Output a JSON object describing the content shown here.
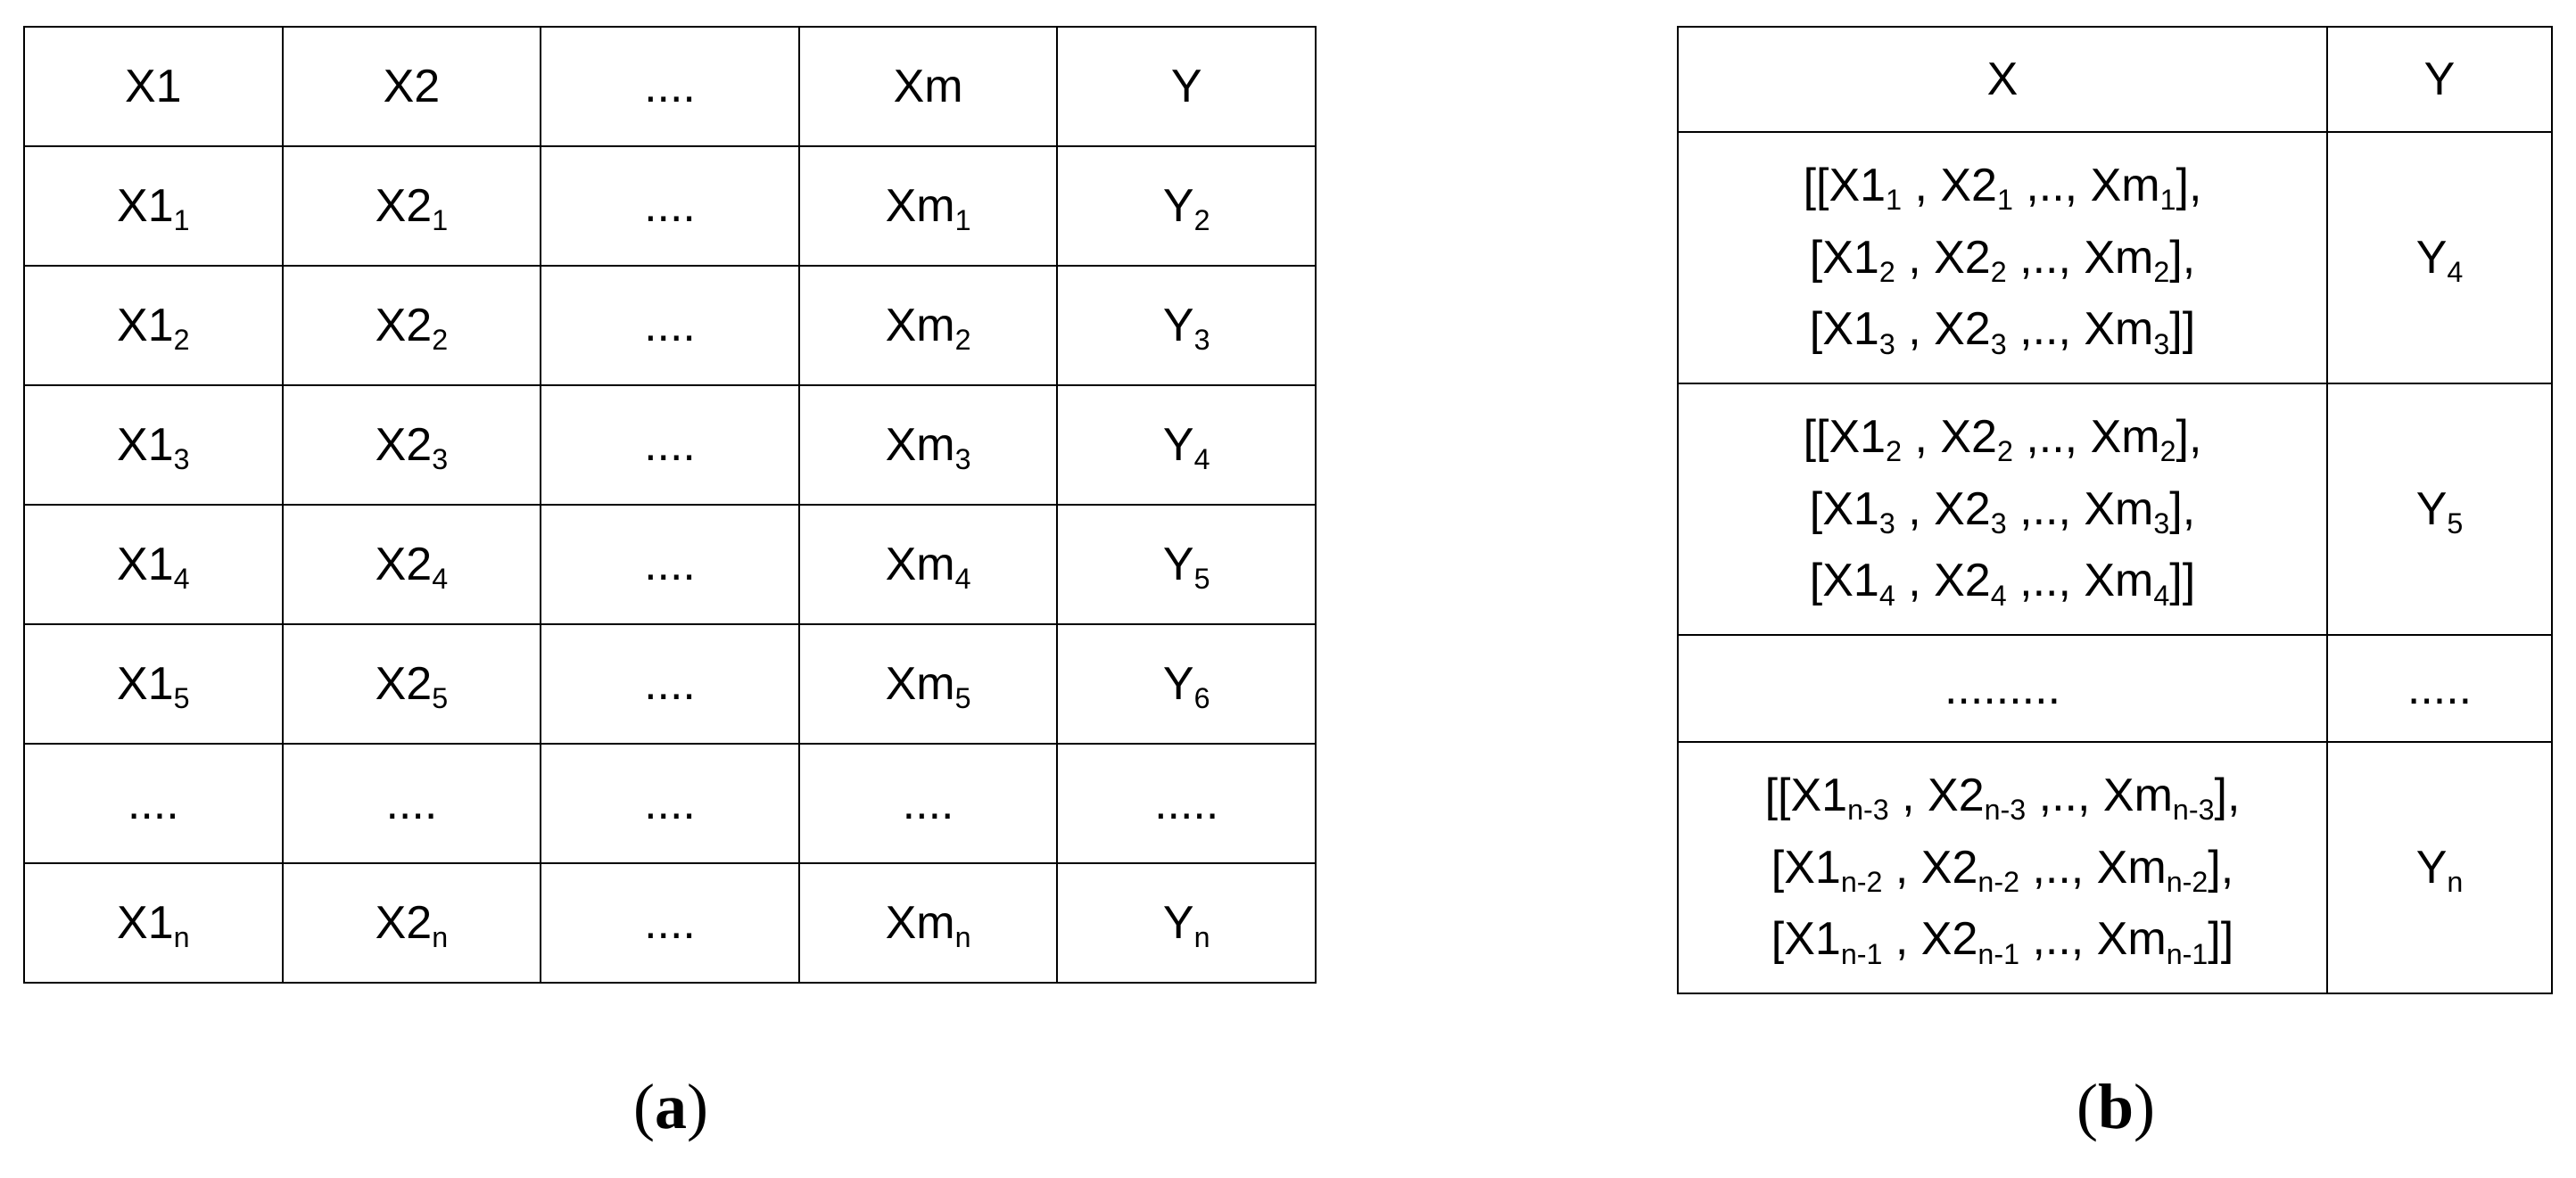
{
  "table_a": {
    "headers": [
      "X1",
      "X2",
      "....",
      "Xm",
      "Y"
    ],
    "rows": [
      [
        {
          "t": "X1",
          "s": "1"
        },
        {
          "t": "X2",
          "s": "1"
        },
        {
          "t": "....",
          "s": ""
        },
        {
          "t": "Xm",
          "s": "1"
        },
        {
          "t": "Y",
          "s": "2"
        }
      ],
      [
        {
          "t": "X1",
          "s": "2"
        },
        {
          "t": "X2",
          "s": "2"
        },
        {
          "t": "....",
          "s": ""
        },
        {
          "t": "Xm",
          "s": "2"
        },
        {
          "t": "Y",
          "s": "3"
        }
      ],
      [
        {
          "t": "X1",
          "s": "3"
        },
        {
          "t": "X2",
          "s": "3"
        },
        {
          "t": "....",
          "s": ""
        },
        {
          "t": "Xm",
          "s": "3"
        },
        {
          "t": "Y",
          "s": "4"
        }
      ],
      [
        {
          "t": "X1",
          "s": "4"
        },
        {
          "t": "X2",
          "s": "4"
        },
        {
          "t": "....",
          "s": ""
        },
        {
          "t": "Xm",
          "s": "4"
        },
        {
          "t": "Y",
          "s": "5"
        }
      ],
      [
        {
          "t": "X1",
          "s": "5"
        },
        {
          "t": "X2",
          "s": "5"
        },
        {
          "t": "....",
          "s": ""
        },
        {
          "t": "Xm",
          "s": "5"
        },
        {
          "t": "Y",
          "s": "6"
        }
      ],
      [
        {
          "t": "....",
          "s": ""
        },
        {
          "t": "....",
          "s": ""
        },
        {
          "t": "....",
          "s": ""
        },
        {
          "t": "....",
          "s": ""
        },
        {
          "t": ".....",
          "s": ""
        }
      ],
      [
        {
          "t": "X1",
          "s": "n"
        },
        {
          "t": "X2",
          "s": "n"
        },
        {
          "t": "....",
          "s": ""
        },
        {
          "t": "Xm",
          "s": "n"
        },
        {
          "t": "Y",
          "s": "n"
        }
      ]
    ]
  },
  "table_b": {
    "headers": [
      "X",
      "Y"
    ],
    "rows": [
      {
        "lines": [
          [
            {
              "t": "[[X1",
              "s": "1"
            },
            {
              "t": " , X2",
              "s": "1"
            },
            {
              "t": " ,.., Xm",
              "s": "1"
            },
            {
              "t": "],",
              "s": ""
            }
          ],
          [
            {
              "t": "[X1",
              "s": "2"
            },
            {
              "t": " , X2",
              "s": "2"
            },
            {
              "t": " ,.., Xm",
              "s": "2"
            },
            {
              "t": "],",
              "s": ""
            }
          ],
          [
            {
              "t": "[X1",
              "s": "3"
            },
            {
              "t": " , X2",
              "s": "3"
            },
            {
              "t": " ,.., Xm",
              "s": "3"
            },
            {
              "t": "]]",
              "s": ""
            }
          ]
        ],
        "y": {
          "t": "Y",
          "s": "4"
        },
        "kind": "tall"
      },
      {
        "lines": [
          [
            {
              "t": "[[X1",
              "s": "2"
            },
            {
              "t": " , X2",
              "s": "2"
            },
            {
              "t": " ,.., Xm",
              "s": "2"
            },
            {
              "t": "],",
              "s": ""
            }
          ],
          [
            {
              "t": "[X1",
              "s": "3"
            },
            {
              "t": " , X2",
              "s": "3"
            },
            {
              "t": " ,.., Xm",
              "s": "3"
            },
            {
              "t": "],",
              "s": ""
            }
          ],
          [
            {
              "t": "[X1",
              "s": "4"
            },
            {
              "t": " , X2",
              "s": "4"
            },
            {
              "t": " ,.., Xm",
              "s": "4"
            },
            {
              "t": "]]",
              "s": ""
            }
          ]
        ],
        "y": {
          "t": "Y",
          "s": "5"
        },
        "kind": "tall"
      },
      {
        "lines": [
          [
            {
              "t": ".........",
              "s": ""
            }
          ]
        ],
        "y": {
          "t": ".....",
          "s": ""
        },
        "kind": "short"
      },
      {
        "lines": [
          [
            {
              "t": "[[X1",
              "s": "n-3"
            },
            {
              "t": " , X2",
              "s": "n-3"
            },
            {
              "t": " ,.., Xm",
              "s": "n-3"
            },
            {
              "t": "],",
              "s": ""
            }
          ],
          [
            {
              "t": "[X1",
              "s": "n-2"
            },
            {
              "t": " , X2",
              "s": "n-2"
            },
            {
              "t": " ,.., Xm",
              "s": "n-2"
            },
            {
              "t": "],",
              "s": ""
            }
          ],
          [
            {
              "t": "[X1",
              "s": "n-1"
            },
            {
              "t": " , X2",
              "s": "n-1"
            },
            {
              "t": " ,.., Xm",
              "s": "n-1"
            },
            {
              "t": "]]",
              "s": ""
            }
          ]
        ],
        "y": {
          "t": "Y",
          "s": "n"
        },
        "kind": "tall"
      }
    ]
  },
  "captions": {
    "a": "a",
    "b": "b"
  }
}
